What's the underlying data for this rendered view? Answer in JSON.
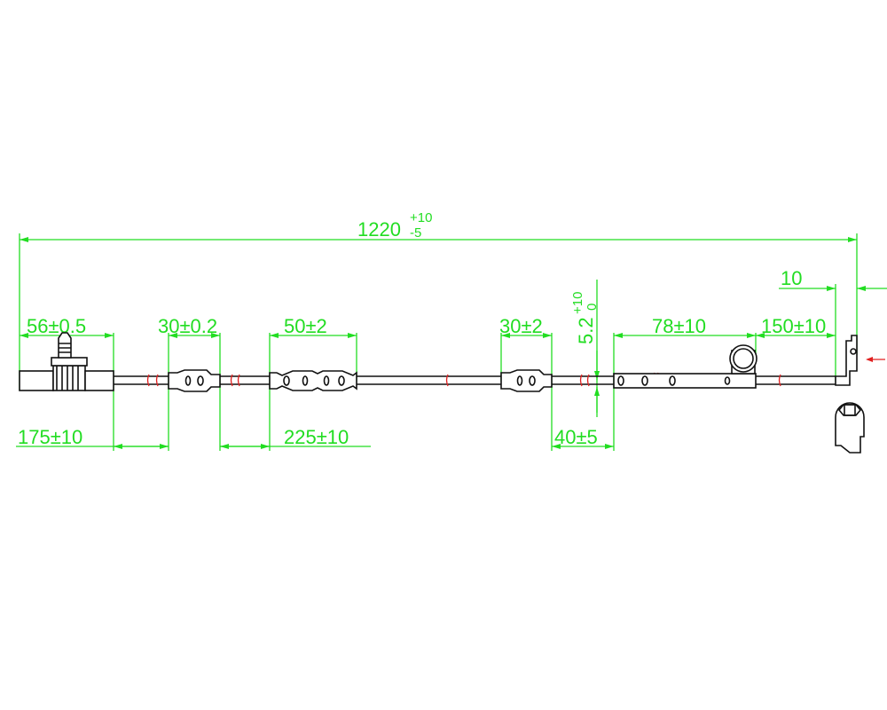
{
  "drawing": {
    "overall_length": {
      "value": "1220",
      "tol_upper": "+10",
      "tol_lower": "-5"
    },
    "dimensions": {
      "connector_length": "56±0.5",
      "grommet1_length": "30±0.2",
      "grommet2_length": "50±2",
      "grommet3_length": "30±2",
      "sleeve_length": "78±10",
      "end_length": "150±10",
      "sensor_offset": "10",
      "cable_diameter": {
        "value": "5.2",
        "tol_upper": "+10",
        "tol_lower": "0"
      },
      "segment1": "175±10",
      "segment2": "225±10",
      "segment3": "40±5"
    },
    "colors": {
      "dimension": "#22dd22",
      "part": "#111111",
      "break": "#e02020"
    }
  }
}
